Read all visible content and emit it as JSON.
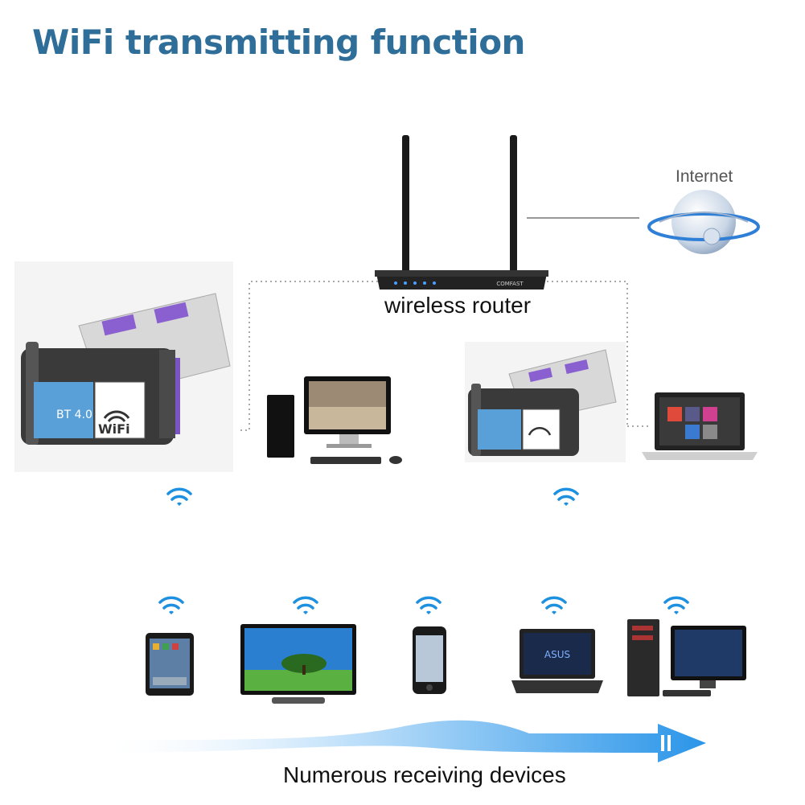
{
  "diagram": {
    "title": "WiFi transmitting function",
    "router_label": "wireless router",
    "internet_label": "Internet",
    "bottom_label": "Numerous receiving devices",
    "adapter_badge_bt": "BT 4.0",
    "adapter_badge_wifi": "WiFi",
    "router_brand": "COMFAST"
  },
  "colors": {
    "title": "#2e6e99",
    "wifi_signal": "#1e90e0",
    "adapter_body": "#3a3a3a",
    "adapter_badge": "#5aa0d8",
    "arrow": "#3aa0e8"
  },
  "icons": [
    "usb-adapter-icon",
    "router-icon",
    "globe-icon",
    "desktop-pc-icon",
    "laptop-icon",
    "tablet-icon",
    "monitor-icon",
    "phone-icon",
    "wifi-icon",
    "arrow-icon"
  ]
}
